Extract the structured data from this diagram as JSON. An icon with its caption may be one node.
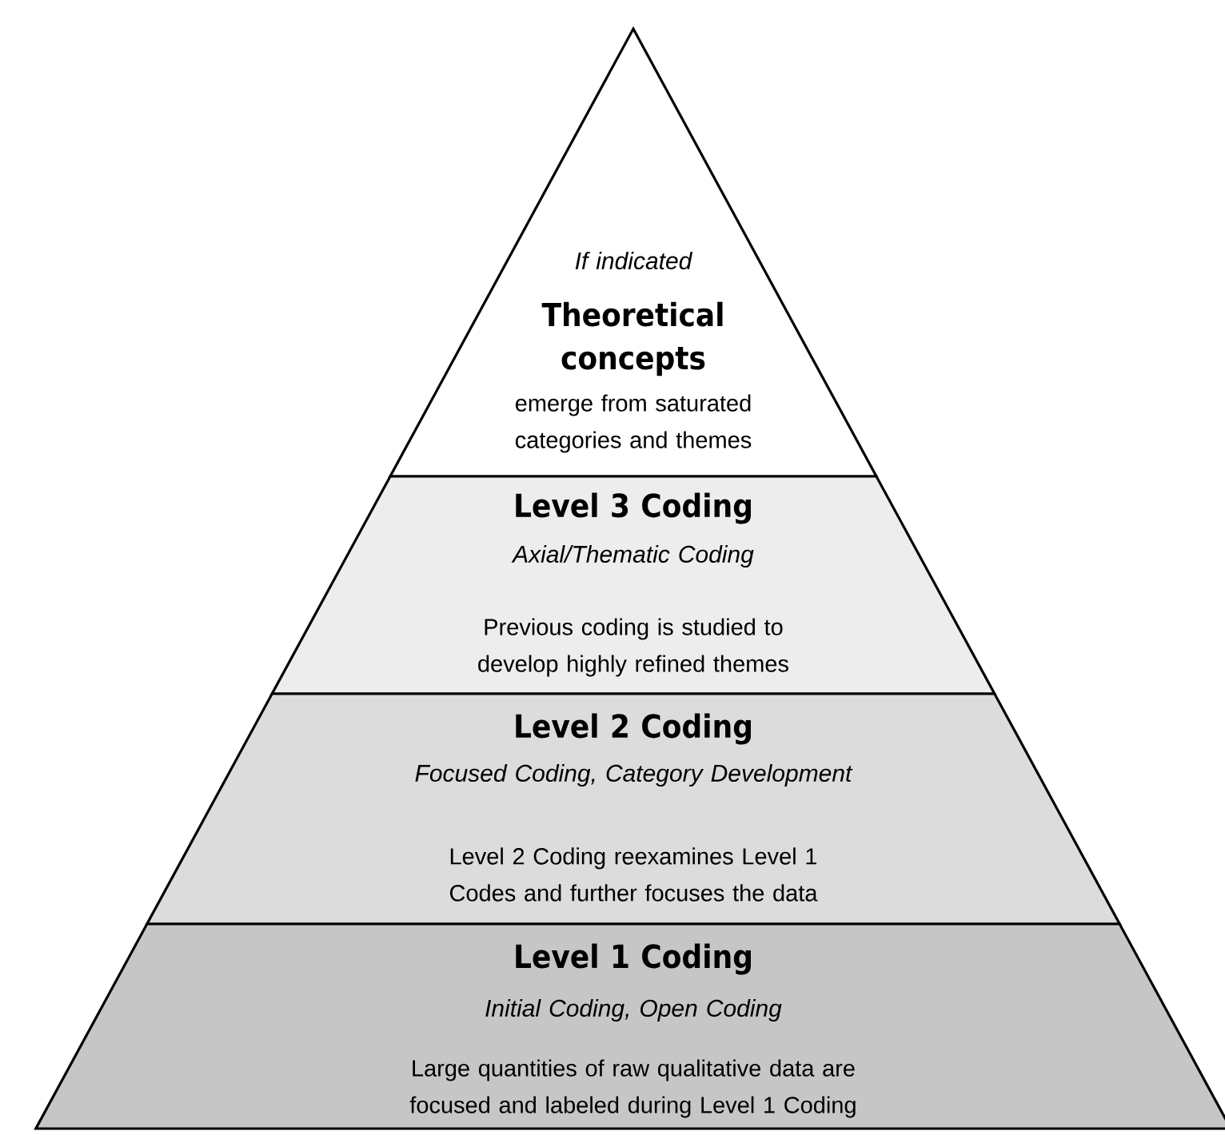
{
  "diagram": {
    "nodes": [
      {
        "text": [
          "If indicated",
          "Theoretical concepts",
          "emerge from saturated categories and themes"
        ]
      },
      {
        "text": [
          "Level 3  Coding",
          "Axial/Thematic Coding",
          "Previous coding is studied to develop highly refined themes"
        ]
      },
      {
        "text": [
          "Level 2 Coding",
          "Focused Coding, Category Development",
          "Level 2 Coding reexamines Level 1 Codes and further focuses the data"
        ]
      },
      {
        "text": [
          "Level 1 Coding",
          "Initial Coding, Open Coding",
          "Large quantities of raw qualitative data are focused and labeled during Level 1 Coding"
        ]
      }
    ]
  }
}
